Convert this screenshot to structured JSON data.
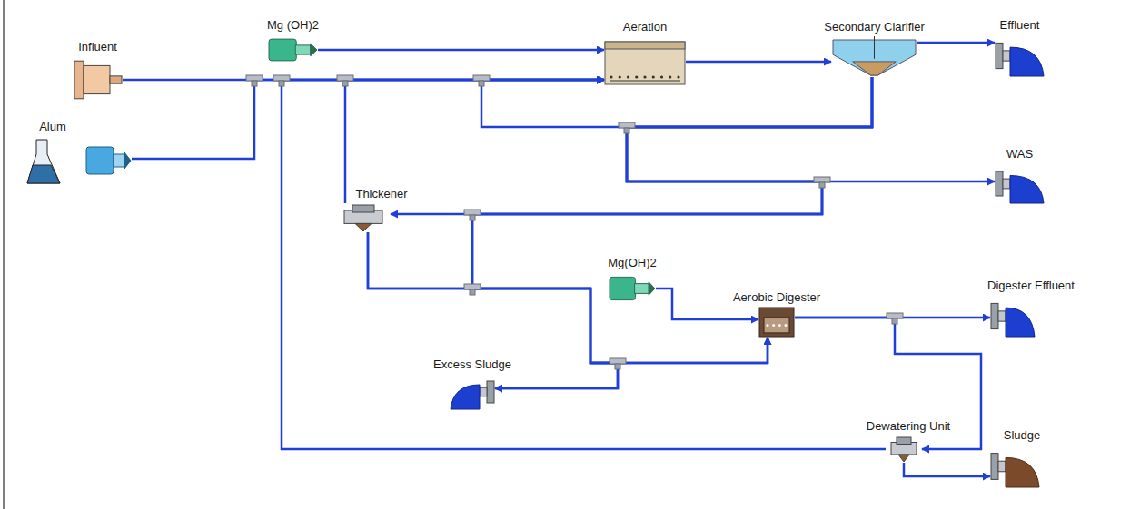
{
  "diagram": {
    "nodes": [
      {
        "text": [
          "Influent"
        ]
      },
      {
        "text": [
          "Mg (OH)2"
        ]
      },
      {
        "text": [
          "Aeration"
        ]
      },
      {
        "text": [
          "Secondary Clarifier"
        ]
      },
      {
        "text": [
          "Effluent"
        ]
      },
      {
        "text": [
          "Alum"
        ]
      },
      {
        "text": [
          "WAS"
        ]
      },
      {
        "text": [
          "Thickener"
        ]
      },
      {
        "text": [
          "Mg(OH)2"
        ]
      },
      {
        "text": [
          "Aerobic Digester"
        ]
      },
      {
        "text": [
          "Digester Effluent"
        ]
      },
      {
        "text": [
          "Excess Sludge"
        ]
      },
      {
        "text": [
          "Dewatering Unit"
        ]
      },
      {
        "text": [
          "Sludge"
        ]
      }
    ],
    "edges": [
      {
        "from": 0,
        "to": 2,
        "arrow": "to"
      },
      {
        "from": 5,
        "to": 2,
        "arrow": "to"
      },
      {
        "from": 1,
        "to": 2,
        "arrow": "to"
      },
      {
        "from": 12,
        "to": 2,
        "arrow": "to"
      },
      {
        "from": 7,
        "to": 2,
        "arrow": "to"
      },
      {
        "from": 3,
        "to": 2,
        "arrow": "to"
      },
      {
        "from": 2,
        "to": 3,
        "arrow": "to"
      },
      {
        "from": 3,
        "to": 4,
        "arrow": "to"
      },
      {
        "from": 3,
        "to": 6,
        "arrow": "to"
      },
      {
        "from": 3,
        "to": 7,
        "arrow": "to"
      },
      {
        "from": 3,
        "to": 11,
        "arrow": "to"
      },
      {
        "from": 3,
        "to": 9,
        "arrow": "to"
      },
      {
        "from": 7,
        "to": 11,
        "arrow": "to"
      },
      {
        "from": 7,
        "to": 9,
        "arrow": "to"
      },
      {
        "from": 8,
        "to": 9,
        "arrow": "to"
      },
      {
        "from": 9,
        "to": 10,
        "arrow": "to"
      },
      {
        "from": 9,
        "to": 12,
        "arrow": "to"
      },
      {
        "from": 12,
        "to": 13,
        "arrow": "to"
      }
    ]
  }
}
